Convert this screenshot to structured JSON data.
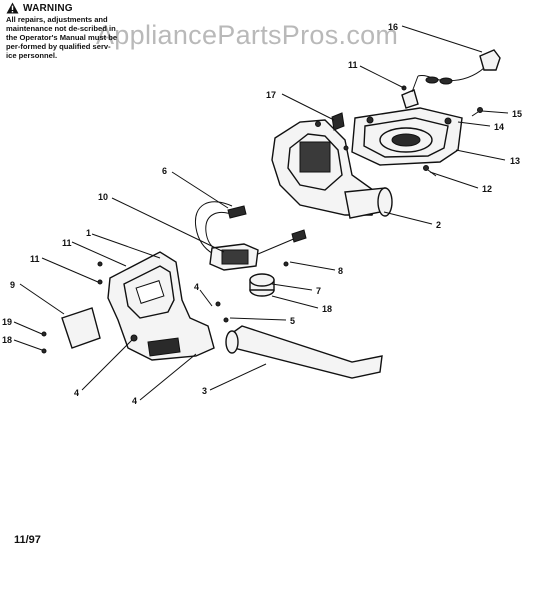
{
  "warning": {
    "title": "WARNING",
    "text": "All repairs, adjustments and maintenance not de-scribed in the Operator's Manual must be per-formed by qualified serv-ice personnel."
  },
  "watermark": "AppliancePartsPros.com",
  "date_code": "11/97",
  "callouts": {
    "c16_top": "16",
    "c11_top": "11",
    "c15": "15",
    "c14": "14",
    "c13": "13",
    "c12": "12",
    "c17": "17",
    "c2": "2",
    "c6": "6",
    "c10": "10",
    "c8": "8",
    "c7": "7",
    "c18_mid": "18",
    "c5": "5",
    "c4_mid": "4",
    "c1": "1",
    "c11_a": "11",
    "c11_b": "11",
    "c9": "9",
    "c19": "19",
    "c18_left": "18",
    "c4_low_a": "4",
    "c4_low_b": "4",
    "c3": "3"
  }
}
